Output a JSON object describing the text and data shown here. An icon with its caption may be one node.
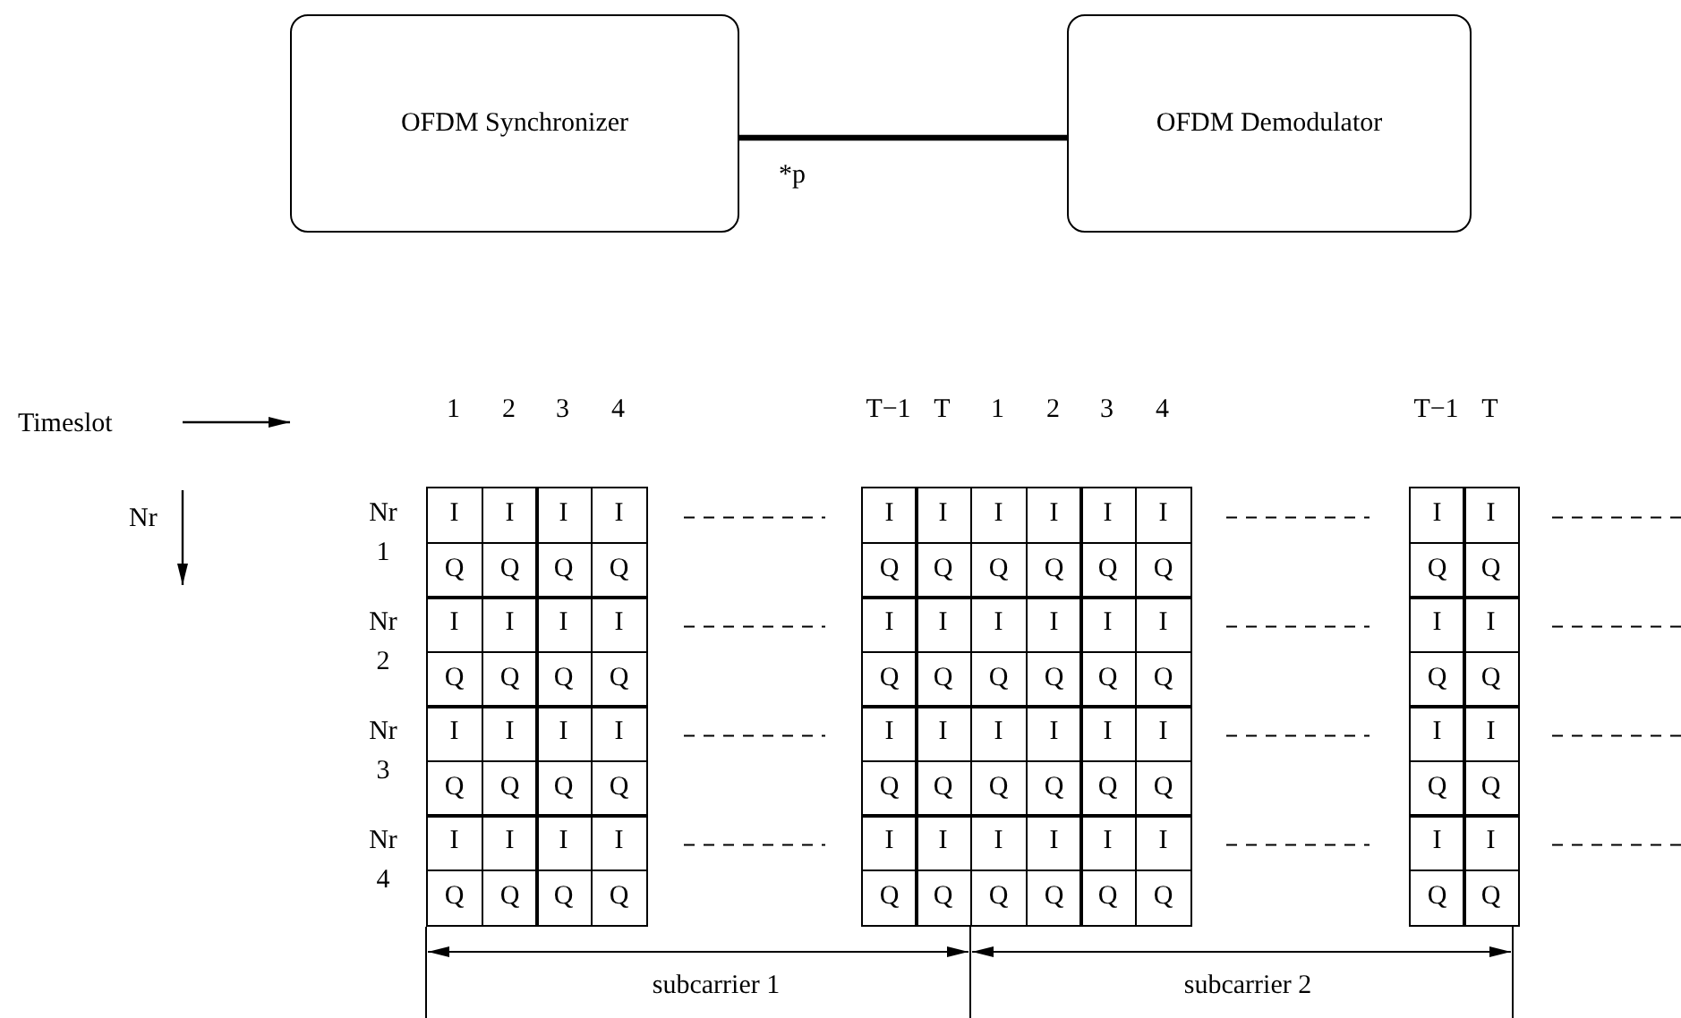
{
  "diagram": {
    "nodes": [
      {
        "text": [
          "OFDM Synchronizer"
        ]
      },
      {
        "text": [
          "OFDM Demodulator"
        ]
      }
    ],
    "edges": [
      {
        "from": 0,
        "to": 1,
        "arrow": "none",
        "label": "*p"
      }
    ],
    "labels": [
      "Timeslot",
      "1",
      "2",
      "3",
      "4",
      "T−1",
      "T",
      "1",
      "2",
      "3",
      "4",
      "T−1",
      "T",
      "Nr",
      "Nr 1",
      "I",
      "I",
      "I",
      "I",
      "I",
      "I",
      "I",
      "I",
      "I",
      "I",
      "I",
      "I",
      "Q",
      "Q",
      "Q",
      "Q",
      "Q",
      "Q",
      "Q",
      "Q",
      "Q",
      "Q",
      "Q",
      "Q",
      "Nr 2",
      "I",
      "I",
      "I",
      "I",
      "I",
      "I",
      "I",
      "I",
      "I",
      "I",
      "I",
      "I",
      "Q",
      "Q",
      "Q",
      "Q",
      "Q",
      "Q",
      "Q",
      "Q",
      "Q",
      "Q",
      "Q",
      "Q",
      "Nr 3",
      "I",
      "I",
      "I",
      "I",
      "I",
      "I",
      "I",
      "I",
      "I",
      "I",
      "I",
      "I",
      "Q",
      "Q",
      "Q",
      "Q",
      "Q",
      "Q",
      "Q",
      "Q",
      "Q",
      "Q",
      "Q",
      "Q",
      "Nr 4",
      "I",
      "I",
      "I",
      "I",
      "I",
      "I",
      "I",
      "I",
      "I",
      "I",
      "I",
      "I",
      "Q",
      "Q",
      "Q",
      "Q",
      "Q",
      "Q",
      "Q",
      "Q",
      "Q",
      "Q",
      "Q",
      "Q",
      "subcarrier 1",
      "subcarrier 2"
    ]
  }
}
